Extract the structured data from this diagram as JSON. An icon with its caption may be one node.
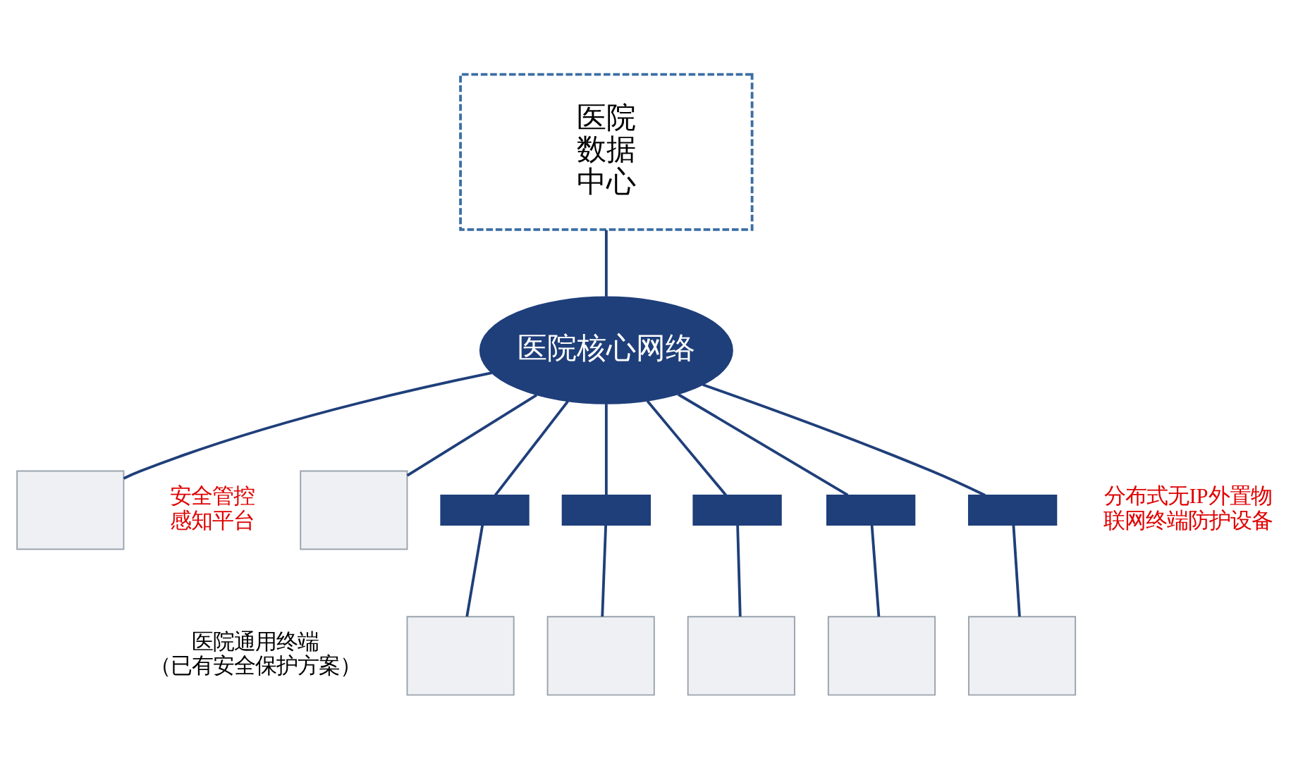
{
  "diagram": {
    "nodes": [
      {
        "text": [
          "医院数据中心"
        ]
      },
      {
        "text": [
          "医院核心网络"
        ]
      },
      {
        "text": [],
        "shape": "box",
        "beside": [
          "安全管控感知平台"
        ]
      },
      {
        "text": [],
        "shape": "box",
        "beside": [
          "医院通用终端（已有安全保护方案）"
        ]
      },
      {
        "text": [],
        "shape": "box"
      },
      {
        "text": [],
        "shape": "box"
      },
      {
        "text": [],
        "shape": "box"
      },
      {
        "text": [],
        "shape": "box"
      },
      {
        "text": [],
        "shape": "box"
      },
      {
        "text": [],
        "shape": "box"
      },
      {
        "text": [],
        "shape": "box"
      },
      {
        "text": [],
        "shape": "box"
      },
      {
        "text": [],
        "shape": "box"
      },
      {
        "text": [],
        "shape": "box"
      }
    ],
    "edges": [
      {
        "from": 0,
        "to": 1,
        "arrow": "none"
      },
      {
        "from": 1,
        "to": 2,
        "arrow": "none"
      },
      {
        "from": 1,
        "to": 3,
        "arrow": "none"
      },
      {
        "from": 1,
        "to": 4,
        "arrow": "none"
      },
      {
        "from": 1,
        "to": 5,
        "arrow": "none"
      },
      {
        "from": 1,
        "to": 6,
        "arrow": "none"
      },
      {
        "from": 1,
        "to": 7,
        "arrow": "none"
      },
      {
        "from": 1,
        "to": 8,
        "arrow": "none"
      },
      {
        "from": 4,
        "to": 9,
        "arrow": "none"
      },
      {
        "from": 5,
        "to": 10,
        "arrow": "none"
      },
      {
        "from": 6,
        "to": 11,
        "arrow": "none"
      },
      {
        "from": 7,
        "to": 12,
        "arrow": "none"
      },
      {
        "from": 8,
        "to": 13,
        "arrow": "none"
      }
    ],
    "labels": [
      "分布式无IP外置物联网终端防护设备"
    ]
  }
}
